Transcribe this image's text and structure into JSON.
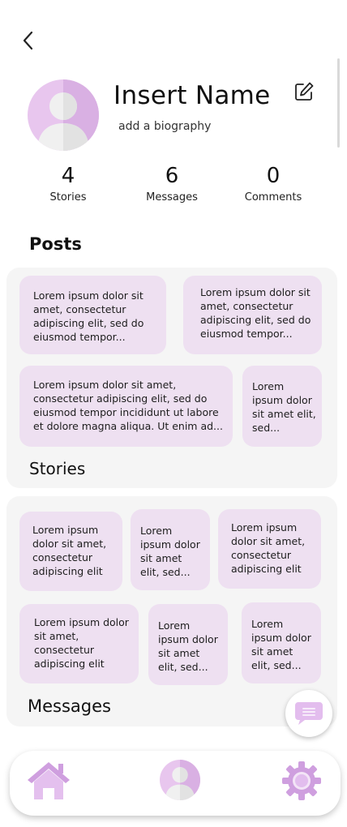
{
  "profile": {
    "name": "Insert Name",
    "bio": "add a biography"
  },
  "stats": [
    {
      "value": "4",
      "label": "Stories"
    },
    {
      "value": "6",
      "label": "Messages"
    },
    {
      "value": "0",
      "label": "Comments"
    }
  ],
  "sections": {
    "posts_title": "Posts",
    "stories_label": "Stories",
    "messages_label": "Messages"
  },
  "stories_cards": [
    "Lorem ipsum dolor sit amet, consectetur adipiscing elit, sed do eiusmod tempor...",
    "Lorem ipsum dolor sit amet, consectetur adipiscing elit, sed do eiusmod tempor...",
    "Lorem ipsum dolor sit amet, consectetur adipiscing elit, sed do eiusmod tempor incididunt ut labore et dolore magna aliqua. Ut enim ad...",
    "Lorem ipsum dolor sit amet elit, sed..."
  ],
  "message_cards": [
    "Lorem ipsum dolor sit amet, consectetur adipiscing elit",
    "Lorem ipsum dolor sit amet elit, sed...",
    "Lorem ipsum dolor sit amet, consectetur adipiscing elit",
    "Lorem ipsum dolor sit amet, consectetur adipiscing elit",
    "Lorem ipsum dolor sit amet elit, sed...",
    "Lorem ipsum dolor sit amet elit, sed..."
  ],
  "icons": {
    "back": "chevron-left-icon",
    "edit": "edit-icon",
    "chat": "chat-bubble-icon",
    "home": "home-icon",
    "profile": "user-icon",
    "settings": "gear-icon"
  },
  "colors": {
    "accent": "#d2a6e1",
    "card": "#eee0f1",
    "panel": "#f5f5f5"
  }
}
